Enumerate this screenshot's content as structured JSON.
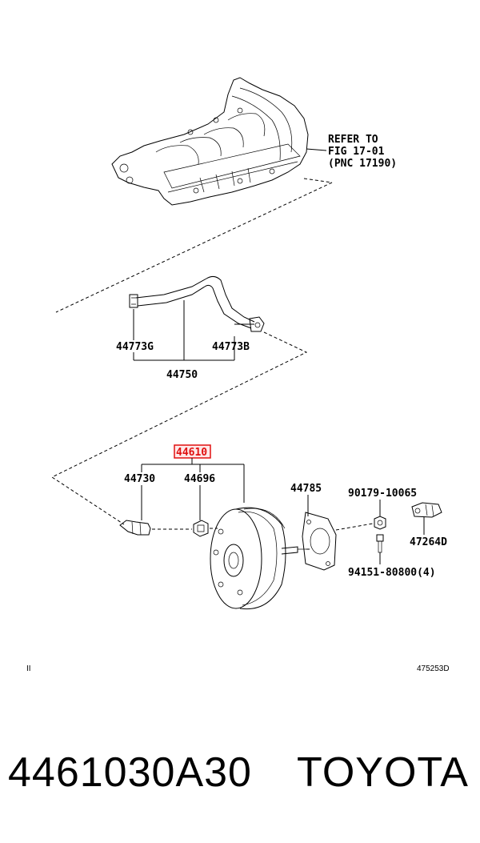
{
  "diagram": {
    "refer": {
      "line1": "REFER TO",
      "line2": "FIG 17-01",
      "line3": "(PNC 17190)"
    },
    "labels": {
      "p44773g": "44773G",
      "p44773b": "44773B",
      "p44750": "44750",
      "p44610": "44610",
      "p44730": "44730",
      "p44696": "44696",
      "p44785": "44785",
      "p90179": "90179-10065",
      "p47264d": "47264D",
      "p94151": "94151-80800(4)"
    },
    "corner_left": "II",
    "corner_right": "475253D",
    "highlight_color": "#e01010"
  },
  "footer": {
    "part_number": "4461030A30",
    "brand": "TOYOTA"
  }
}
